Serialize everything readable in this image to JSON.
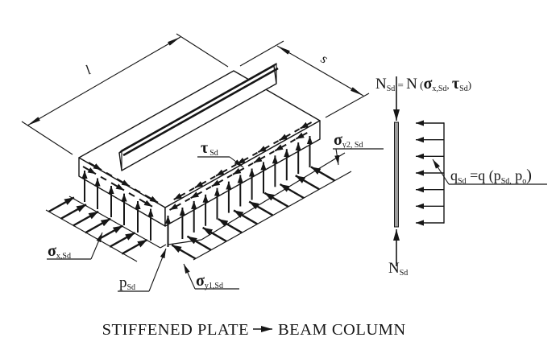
{
  "diagram": {
    "title_role": "stiffened plate idealised as beam column",
    "dimensions": {
      "length": "l",
      "spacing": "s"
    },
    "labels": {
      "shear": {
        "base": "τ",
        "sub": "Sd"
      },
      "sigma_y2": {
        "base": "σ",
        "sub": "y2, Sd"
      },
      "sigma_x": {
        "base": "σ",
        "sub": "x,Sd"
      },
      "pressure": {
        "base": "p",
        "sub": "Sd"
      },
      "sigma_y1": {
        "base": "σ",
        "sub": "y1,Sd"
      }
    },
    "beam": {
      "axial_formula": {
        "n": "N",
        "n_sub": "Sd",
        "eq": " = ",
        "n2": "N",
        "open": " (",
        "sigma": "σ",
        "sigma_sub": "x,Sd",
        "comma": ", ",
        "tau": "τ",
        "tau_sub": "Sd",
        "close": ")"
      },
      "load_formula": {
        "q": "q",
        "q_sub": "Sd",
        "eq": " =q (",
        "p1": "p",
        "p1_sub": "Sd,",
        "p2": " p",
        "p2_sub": "o",
        "close": ")"
      },
      "reaction_label": {
        "n": "N",
        "n_sub": "Sd"
      }
    },
    "caption": {
      "left": "STIFFENED PLATE",
      "arrow": "→",
      "right": "BEAM COLUMN"
    },
    "colors": {
      "ink": "#161616",
      "beam_fill": "#9c9c9c",
      "background": "#ffffff"
    }
  }
}
